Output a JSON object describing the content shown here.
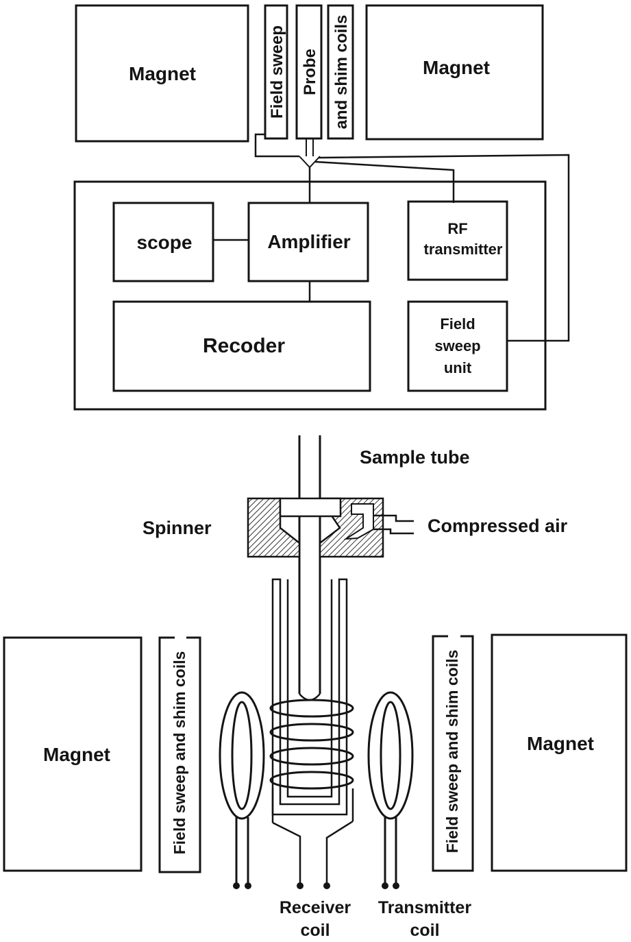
{
  "top": {
    "magnet_left": "Magnet",
    "magnet_right": "Magnet",
    "field_sweep": "Field sweep",
    "probe": "Probe",
    "shim_coils": "and shim coils",
    "scope": "scope",
    "amplifier": "Amplifier",
    "rf_line1": "RF",
    "rf_line2": "transmitter",
    "recorder": "Recoder",
    "fsu_line1": "Field",
    "fsu_line2": "sweep",
    "fsu_line3": "unit"
  },
  "bottom": {
    "sample_tube": "Sample tube",
    "spinner": "Spinner",
    "compressed_air": "Compressed air",
    "magnet_left": "Magnet",
    "magnet_right": "Magnet",
    "coils_left": "Field sweep and shim coils",
    "coils_right": "Field sweep and shim coils",
    "receiver_line1": "Receiver",
    "receiver_line2": "coil",
    "transmitter_line1": "Transmitter",
    "transmitter_line2": "coil"
  },
  "colors": {
    "ink": "#141414",
    "paper": "#ffffff"
  }
}
